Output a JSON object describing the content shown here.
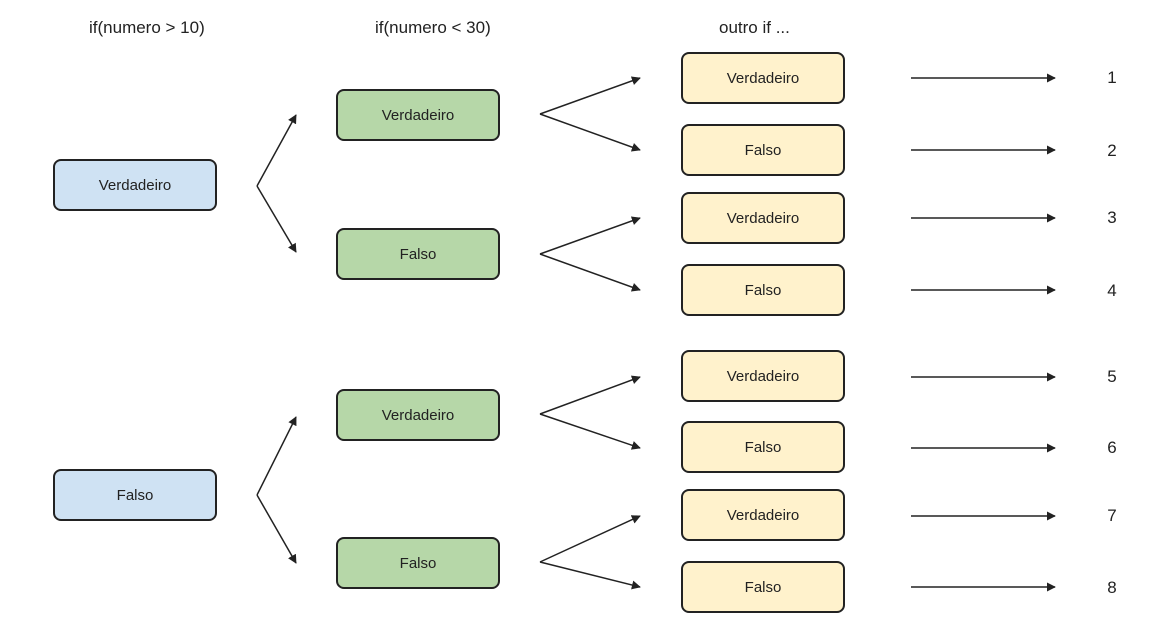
{
  "headers": [
    "if(numero > 10)",
    "if(numero < 30)",
    "outro if ..."
  ],
  "level1": [
    "Verdadeiro",
    "Falso"
  ],
  "level2": [
    "Verdadeiro",
    "Falso",
    "Verdadeiro",
    "Falso"
  ],
  "level3": [
    "Verdadeiro",
    "Falso",
    "Verdadeiro",
    "Falso",
    "Verdadeiro",
    "Falso",
    "Verdadeiro",
    "Falso"
  ],
  "outcomes": [
    "1",
    "2",
    "3",
    "4",
    "5",
    "6",
    "7",
    "8"
  ],
  "colors": {
    "level1": "#cfe2f3",
    "level2": "#b6d7a8",
    "level3": "#fff2cc",
    "stroke": "#222222"
  }
}
